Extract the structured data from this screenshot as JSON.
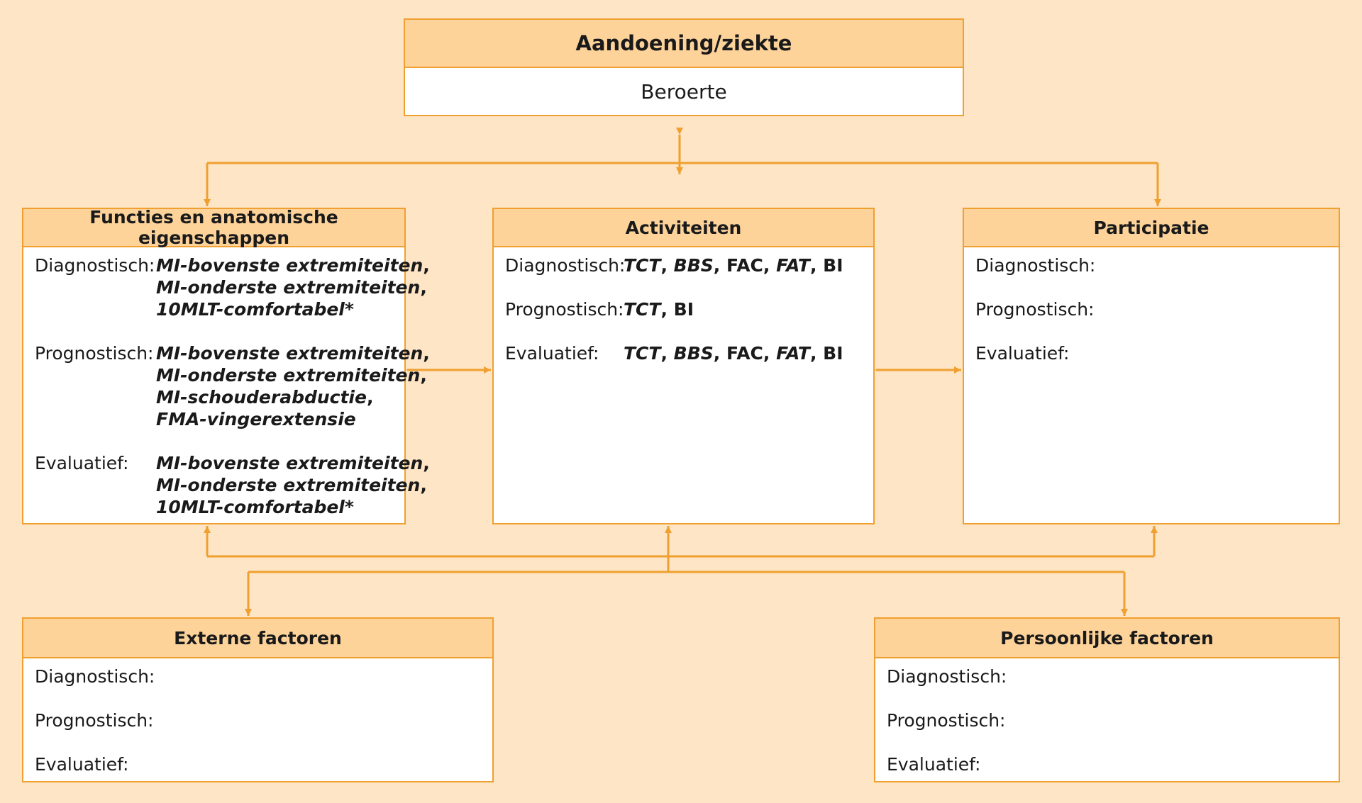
{
  "colors": {
    "background": "#fde5c6",
    "header": "#fdd39a",
    "border": "#f0a030",
    "box": "#ffffff"
  },
  "condition": {
    "title": "Aandoening/ziekte",
    "subtitle": "Beroerte"
  },
  "functions": {
    "title": "Functies en anatomische eigenschappen",
    "rows": [
      {
        "label": "Diagnostisch:",
        "lines": [
          [
            {
              "t": "MI-bovenste extremiteiten",
              "s": "it"
            },
            {
              "t": ",",
              "s": "bd"
            }
          ],
          [
            {
              "t": "MI-onderste extremiteiten",
              "s": "it"
            },
            {
              "t": ",",
              "s": "bd"
            }
          ],
          [
            {
              "t": "10MLT-comfortabel*",
              "s": "it"
            }
          ]
        ]
      },
      {
        "label": "Prognostisch:",
        "lines": [
          [
            {
              "t": "MI-bovenste extremiteiten",
              "s": "it"
            },
            {
              "t": ",",
              "s": "bd"
            }
          ],
          [
            {
              "t": "MI-onderste extremiteiten",
              "s": "it"
            },
            {
              "t": ",",
              "s": "bd"
            }
          ],
          [
            {
              "t": "MI-schouderabductie",
              "s": "it"
            },
            {
              "t": ",",
              "s": "bd"
            }
          ],
          [
            {
              "t": "FMA-vingerextensie",
              "s": "it"
            }
          ]
        ]
      },
      {
        "label": "Evaluatief:",
        "lines": [
          [
            {
              "t": "MI-bovenste extremiteiten",
              "s": "it"
            },
            {
              "t": ",",
              "s": "bd"
            }
          ],
          [
            {
              "t": "MI-onderste extremiteiten",
              "s": "it"
            },
            {
              "t": ",",
              "s": "bd"
            }
          ],
          [
            {
              "t": "10MLT-comfortabel*",
              "s": "it"
            }
          ]
        ]
      }
    ]
  },
  "activities": {
    "title": "Activiteiten",
    "rows": [
      {
        "label": "Diagnostisch:",
        "lines": [
          [
            {
              "t": "TCT",
              "s": "it"
            },
            {
              "t": ", ",
              "s": "bd"
            },
            {
              "t": "BBS",
              "s": "it"
            },
            {
              "t": ", FAC, ",
              "s": "bd"
            },
            {
              "t": "FAT",
              "s": "it"
            },
            {
              "t": ", BI",
              "s": "bd"
            }
          ]
        ]
      },
      {
        "label": "Prognostisch:",
        "lines": [
          [
            {
              "t": "TCT",
              "s": "it"
            },
            {
              "t": ", BI",
              "s": "bd"
            }
          ]
        ]
      },
      {
        "label": "Evaluatief:",
        "lines": [
          [
            {
              "t": "TCT",
              "s": "it"
            },
            {
              "t": ", ",
              "s": "bd"
            },
            {
              "t": "BBS",
              "s": "it"
            },
            {
              "t": ", FAC, ",
              "s": "bd"
            },
            {
              "t": "FAT",
              "s": "it"
            },
            {
              "t": ", BI",
              "s": "bd"
            }
          ]
        ]
      }
    ]
  },
  "participation": {
    "title": "Participatie",
    "rows": [
      {
        "label": "Diagnostisch:",
        "lines": []
      },
      {
        "label": "Prognostisch:",
        "lines": []
      },
      {
        "label": "Evaluatief:",
        "lines": []
      }
    ]
  },
  "external": {
    "title": "Externe factoren",
    "rows": [
      {
        "label": "Diagnostisch:",
        "lines": []
      },
      {
        "label": "Prognostisch:",
        "lines": []
      },
      {
        "label": "Evaluatief:",
        "lines": []
      }
    ]
  },
  "personal": {
    "title": "Persoonlijke factoren",
    "rows": [
      {
        "label": "Diagnostisch:",
        "lines": []
      },
      {
        "label": "Prognostisch:",
        "lines": []
      },
      {
        "label": "Evaluatief:",
        "lines": []
      }
    ]
  }
}
